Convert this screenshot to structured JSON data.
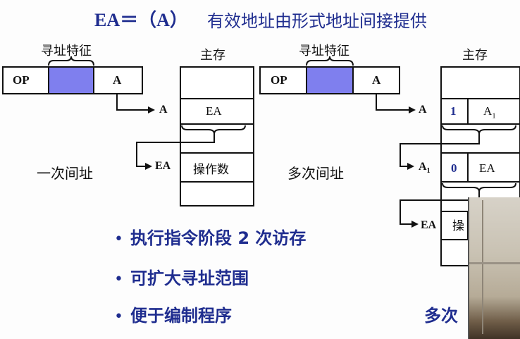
{
  "title": {
    "formula": "EA＝（A）",
    "description": "有效地址由形式地址间接提供"
  },
  "left": {
    "addr_feature_label": "寻址特征",
    "op": "OP",
    "a": "A",
    "memory_title": "主存",
    "ptr_a": "A",
    "cell_ea": "EA",
    "ptr_ea": "EA",
    "cell_operand": "操作数",
    "caption": "一次间址"
  },
  "right": {
    "addr_feature_label": "寻址特征",
    "op": "OP",
    "a": "A",
    "memory_title": "主存",
    "ptr_a": "A",
    "flag_1": "1",
    "cell_a1": "A",
    "cell_a1_sub": "1",
    "ptr_a1": "A",
    "ptr_a1_sub": "1",
    "flag_0": "0",
    "cell_ea": "EA",
    "ptr_ea": "EA",
    "cell_operand_partial": "操",
    "caption": "多次间址",
    "bottom_partial": "多次"
  },
  "bullets": [
    "执行指令阶段 2 次访存",
    "可扩大寻址范围",
    "便于编制程序"
  ],
  "colors": {
    "title": "#1f2d8f",
    "addr_field": "#7f7fee",
    "ink": "#111111"
  }
}
